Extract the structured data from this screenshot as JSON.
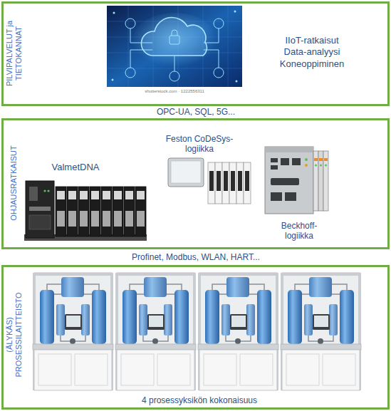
{
  "diagram": {
    "nodes": [
      {
        "text": [
          "PILVIPALVELUT ja TIETOKANNAT",
          "IIoT-ratkaisut Data-analyysi Koneoppiminen"
        ]
      },
      {
        "text": [
          "OHJAUSRATKAISUT",
          "ValmetDNA",
          "Feston CoDeSys-logiikka",
          "Beckhoff-logiikka"
        ]
      },
      {
        "text": [
          "(ÄLYKÄS) PROSESSILAITTEISTO",
          "4 prosessyksikön kokonaisuus"
        ]
      }
    ],
    "labels": [
      "shutterstock.com · 1222556311",
      "OPC-UA, SQL, 5G...",
      "Profinet, Modbus, WLAN, HART..."
    ]
  }
}
